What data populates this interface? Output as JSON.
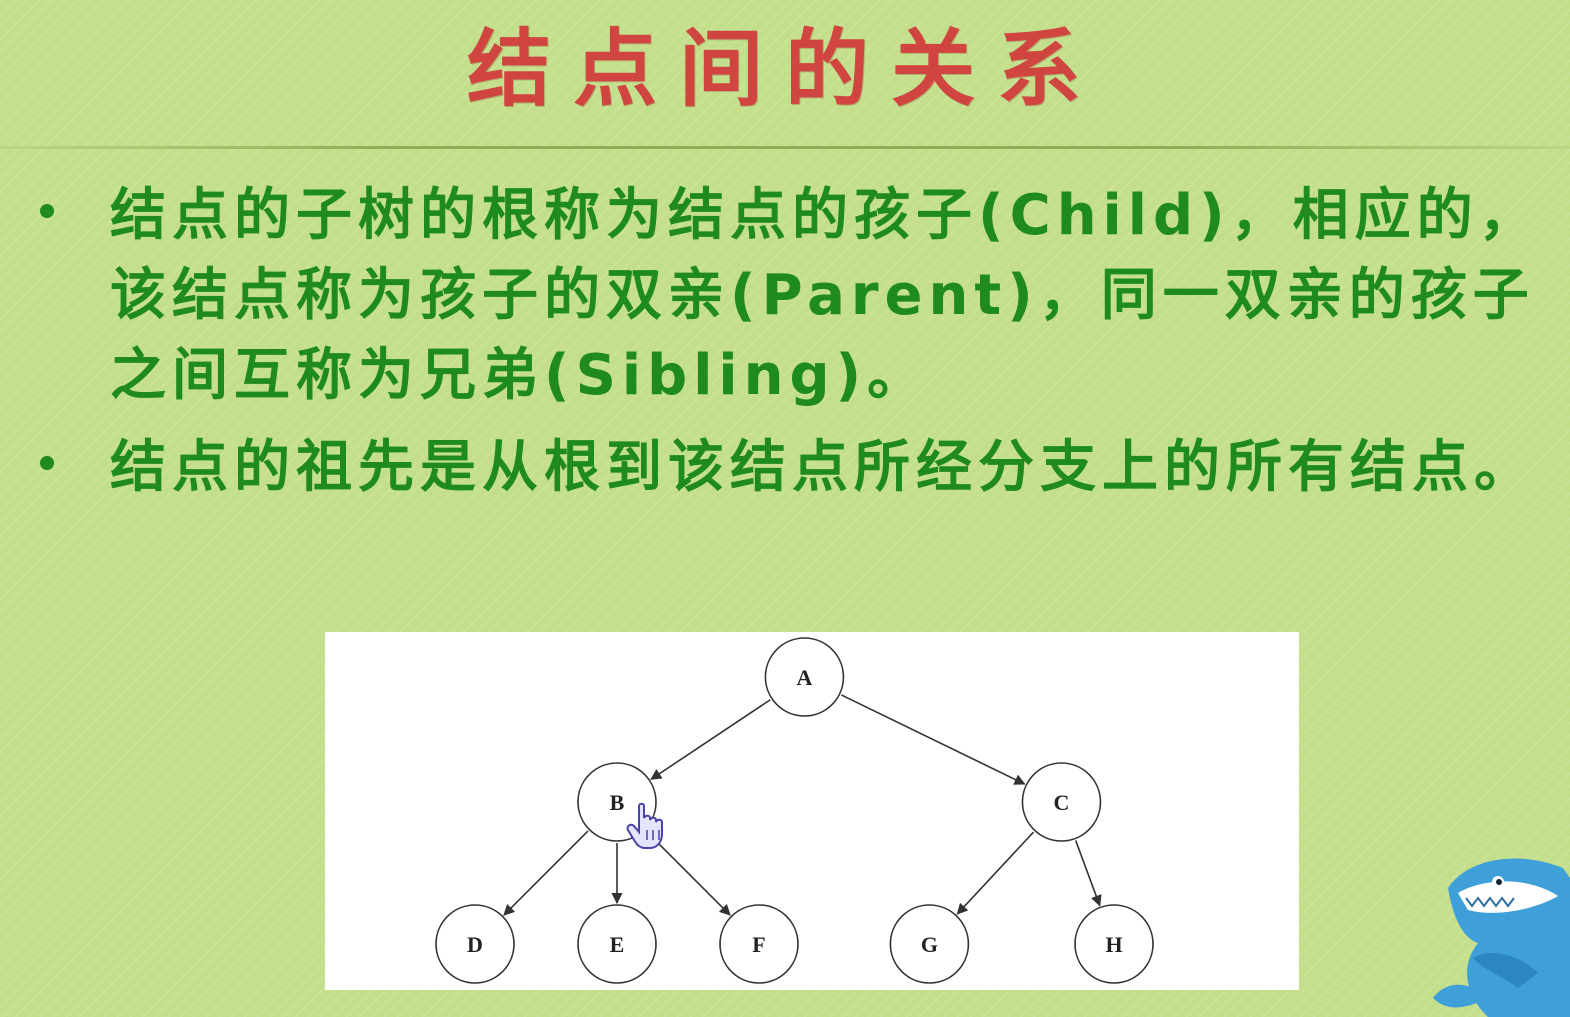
{
  "slide": {
    "title": "结点间的关系",
    "bullets": [
      "结点的子树的根称为结点的孩子(Child)，相应的，该结点称为孩子的双亲(Parent)，同一双亲的孩子之间互称为兄弟(Sibling)。",
      "结点的祖先是从根到该结点所经分支上的所有结点。"
    ]
  },
  "diagram": {
    "nodes": [
      {
        "id": "A",
        "label": "A",
        "level": 0,
        "slot": 2.32
      },
      {
        "id": "B",
        "label": "B",
        "level": 1,
        "slot": 1.0
      },
      {
        "id": "C",
        "label": "C",
        "level": 1,
        "slot": 4.13
      },
      {
        "id": "D",
        "label": "D",
        "level": 2,
        "slot": 0
      },
      {
        "id": "E",
        "label": "E",
        "level": 2,
        "slot": 1.0
      },
      {
        "id": "F",
        "label": "F",
        "level": 2,
        "slot": 2.0
      },
      {
        "id": "G",
        "label": "G",
        "level": 2,
        "slot": 3.2
      },
      {
        "id": "H",
        "label": "H",
        "level": 2,
        "slot": 4.5
      }
    ],
    "edges": [
      {
        "from": "A",
        "to": "B"
      },
      {
        "from": "A",
        "to": "C"
      },
      {
        "from": "B",
        "to": "D"
      },
      {
        "from": "B",
        "to": "E"
      },
      {
        "from": "B",
        "to": "F"
      },
      {
        "from": "C",
        "to": "G"
      },
      {
        "from": "C",
        "to": "H"
      }
    ]
  },
  "icons": {
    "cursor": "hand-pointer-icon",
    "mascot": "shark-mascot-icon"
  },
  "colors": {
    "background": "#c4df8c",
    "title": "#d0453f",
    "body_text": "#1f8a1f",
    "diagram_bg": "#ffffff",
    "node_stroke": "#333333"
  }
}
